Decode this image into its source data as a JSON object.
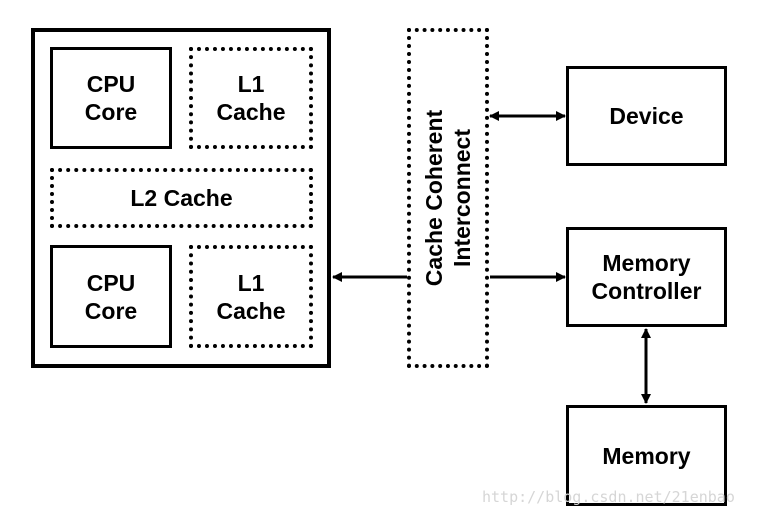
{
  "cluster": {
    "cpu_core_top": [
      "CPU",
      "Core"
    ],
    "l1_cache_top": [
      "L1",
      "Cache"
    ],
    "l2_cache": "L2 Cache",
    "cpu_core_bottom": [
      "CPU",
      "Core"
    ],
    "l1_cache_bottom": [
      "L1",
      "Cache"
    ]
  },
  "interconnect": [
    "Cache Coherent",
    "Interconnect"
  ],
  "device": "Device",
  "memory_controller": [
    "Memory",
    "Controller"
  ],
  "memory": "Memory",
  "watermark": "http://blog.csdn.net/21enbao"
}
